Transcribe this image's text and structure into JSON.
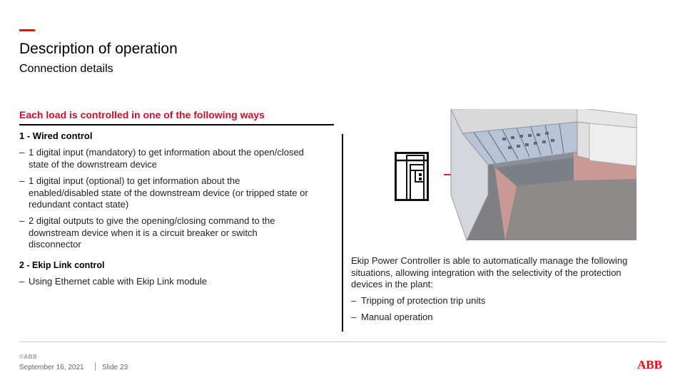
{
  "header": {
    "accent_color": "#ff000f",
    "title": "Description of operation",
    "subtitle": "Connection details"
  },
  "section": {
    "heading": "Each load is controlled in one of the following ways",
    "heading_color": "#c8102e",
    "wired": {
      "title": "1 - Wired control",
      "bullets": [
        {
          "dash": "–",
          "lines": [
            "1 digital input (mandatory) to get information about the open/closed",
            "state of the downstream device"
          ]
        },
        {
          "dash": "–",
          "lines": [
            "1 digital input (optional) to get information about the",
            "enabled/disabled state of the downstream device (or tripped state or",
            "redundant contact state)"
          ]
        },
        {
          "dash": "–",
          "lines": [
            "2 digital outputs to give the opening/closing command to the",
            "downstream device when it is a circuit breaker or switch",
            "disconnector"
          ]
        }
      ]
    },
    "ekip": {
      "title": "2 - Ekip Link control",
      "bullets": [
        {
          "dash": "–",
          "lines": [
            "Using Ethernet cable with Ekip Link module"
          ]
        }
      ]
    }
  },
  "right": {
    "paragraph_lines": [
      "Ekip Power Controller is able to automatically manage the following",
      "situations, allowing integration with the selectivity of the protection",
      "devices in the plant:"
    ],
    "bullets": [
      {
        "dash": "–",
        "text": "Tripping of protection trip units"
      },
      {
        "dash": "–",
        "text": "Manual operation"
      }
    ],
    "icons": [
      "cabinet-icon",
      "switchboard-image"
    ]
  },
  "footer": {
    "small_logo": "©ABB",
    "date": "September 16, 2021",
    "slide": "Slide 23",
    "logo": "ABB",
    "logo_color": "#ff000f"
  }
}
